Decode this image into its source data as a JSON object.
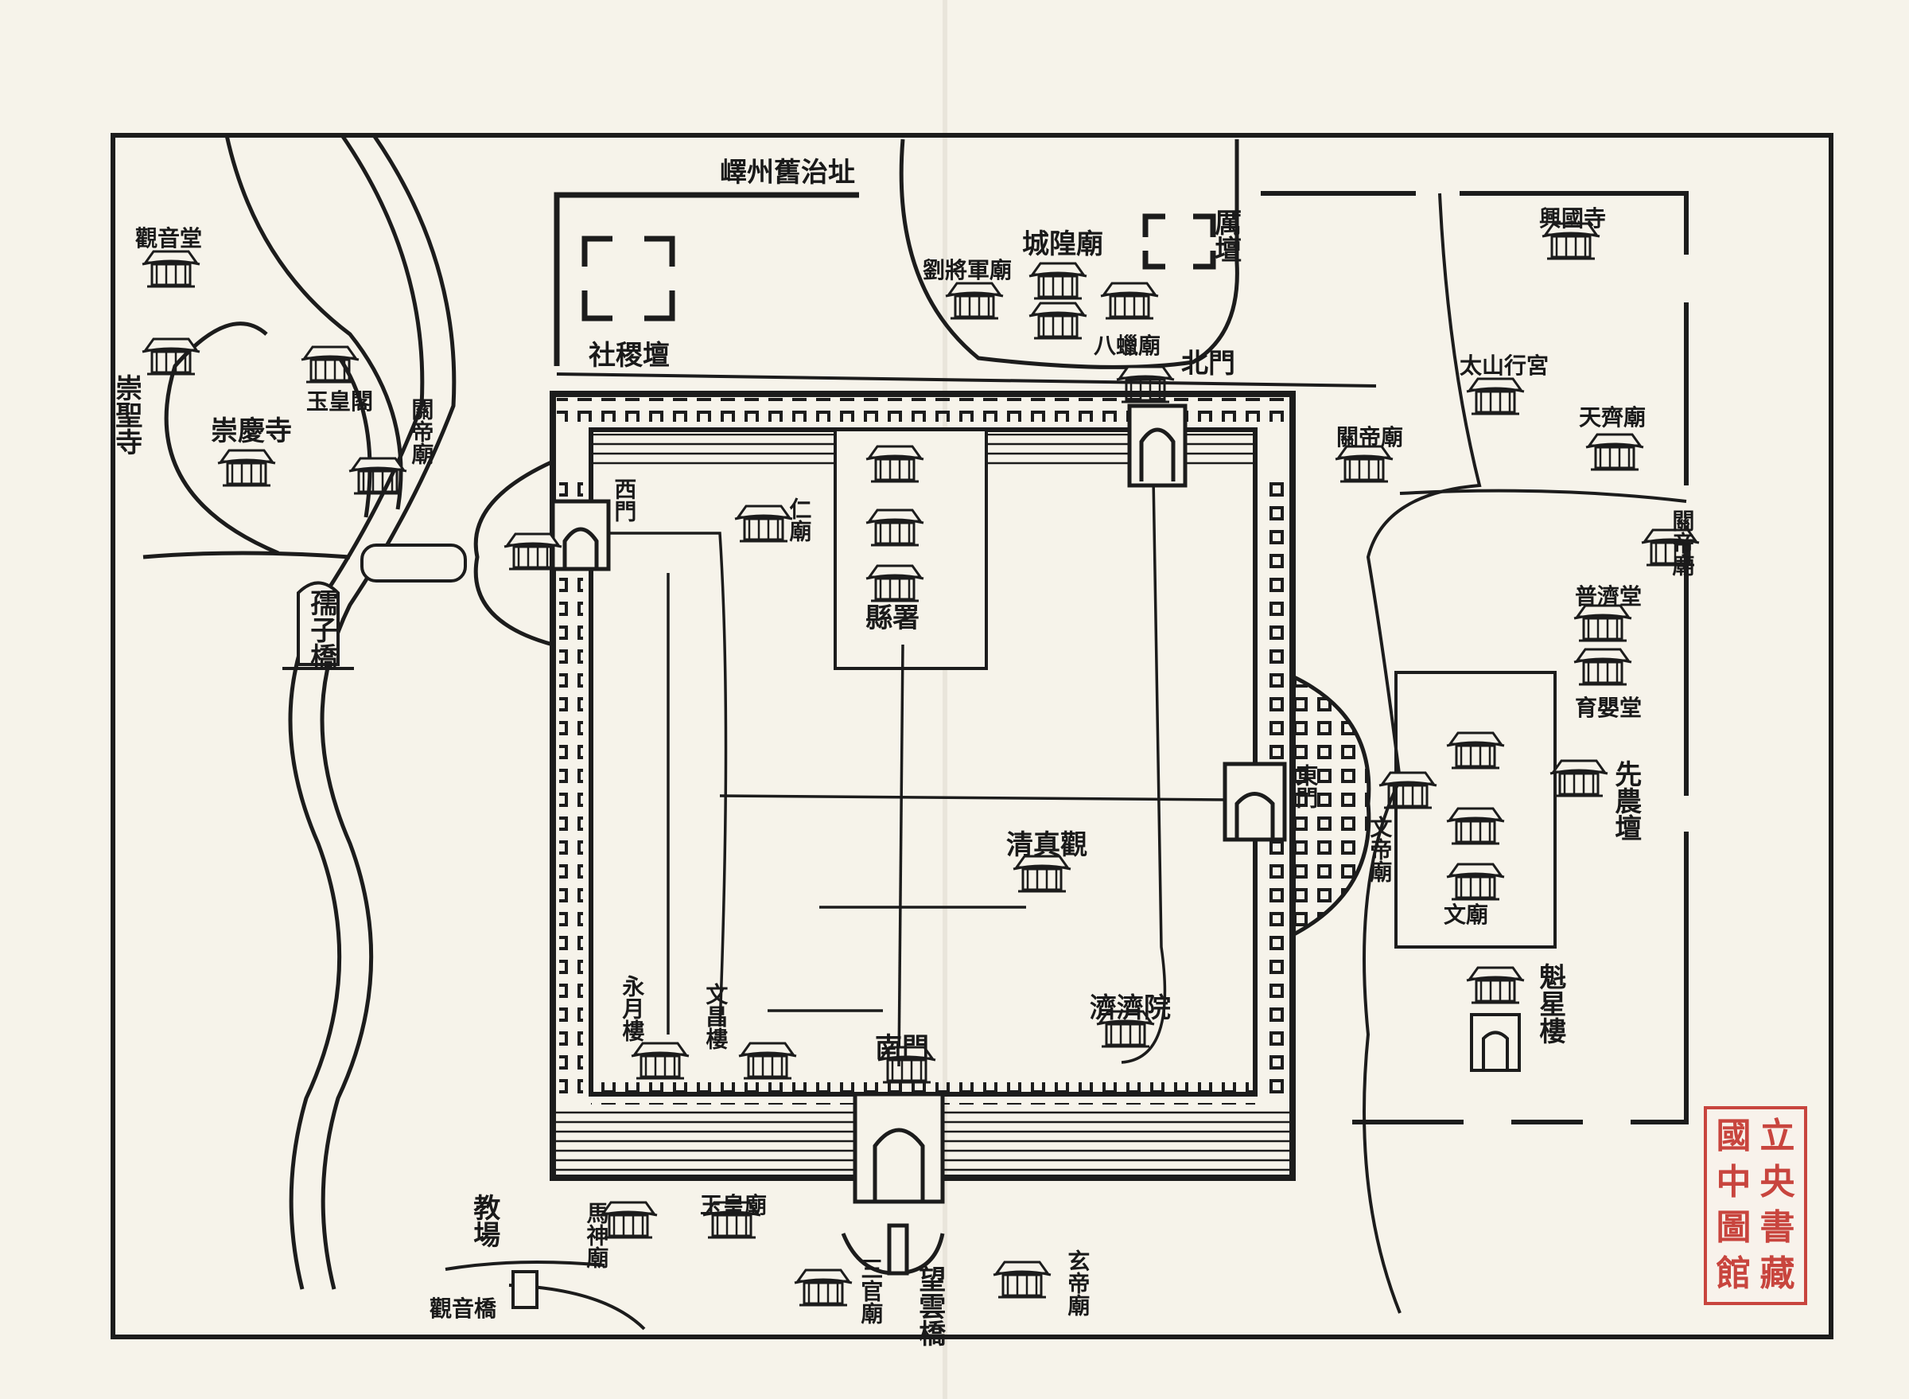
{
  "map": {
    "labels": {
      "qiuzhou_site": "嶧州舊治址",
      "sheji_tan": "社稷壇",
      "chenghuang_miao": "城隍廟",
      "liu_jiangjun_miao": "劉將軍廟",
      "bazha_miao": "八蠟廟",
      "li_tan": "厲壇",
      "bei_men": "北門",
      "xian_shu": "縣署",
      "renmiao": "仁廟",
      "qingzhen_guan": "清真觀",
      "jiji_yuan": "濟濟院",
      "dong_men": "東門",
      "xi_men": "西門",
      "nan_men": "南門",
      "yongyue_lou": "永月樓",
      "wenchang_lou": "文昌樓",
      "mashen_miao": "馬神廟",
      "yuhuang_miao_south": "玉皇廟",
      "sanguan_miao": "三官廟",
      "xuandi_miao": "玄帝廟",
      "wangyu_qiao": "望雲橋",
      "jiao_chang": "教場",
      "guanyin_qiao": "觀音橋",
      "chongsheng_si": "崇聖寺",
      "yuhuang_ge": "玉皇閣",
      "guandi_miao_west": "關帝廟",
      "chongqing_si": "崇慶寺",
      "ruzi_qiao": "孺子橋",
      "guanyin_tang": "觀音堂",
      "xingguo_si": "興國寺",
      "taishan_xinggong": "太山行宮",
      "tianqi_miao": "天齊廟",
      "guandi_miao_east": "關帝廟",
      "guandi_miao_far_east": "關帝廟",
      "puji_tang": "普濟堂",
      "yuying_tang": "育嬰堂",
      "xiannong_tan": "先農壇",
      "wendi_miao": "文帝廟",
      "wen_miao": "文廟",
      "kuixing_lou": "魁星樓"
    },
    "seal_chars": [
      "國",
      "立",
      "中",
      "央",
      "圖",
      "書",
      "館",
      "藏"
    ],
    "colors": {
      "ink": "#1c1c1c",
      "paper": "#f6f3ea",
      "seal": "#c8453e"
    }
  }
}
